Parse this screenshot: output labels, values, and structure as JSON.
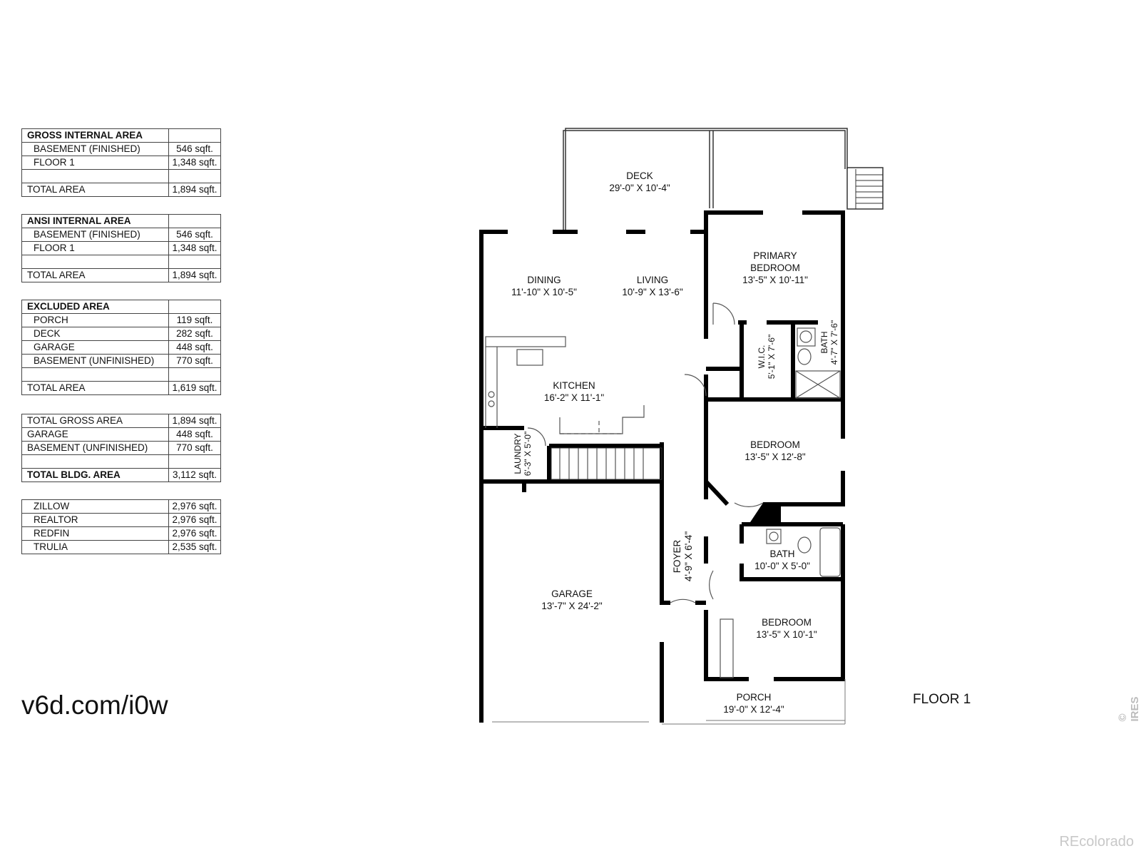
{
  "tables": [
    {
      "rows": [
        {
          "label": "GROSS INTERNAL AREA",
          "value": "",
          "style": "header"
        },
        {
          "label": "BASEMENT (FINISHED)",
          "value": "546 sqft.",
          "style": "indent"
        },
        {
          "label": "FLOOR 1",
          "value": "1,348 sqft.",
          "style": "indent"
        },
        {
          "label": "",
          "value": "",
          "style": "blank"
        },
        {
          "label": "TOTAL AREA",
          "value": "1,894 sqft.",
          "style": "plain"
        }
      ]
    },
    {
      "rows": [
        {
          "label": "ANSI INTERNAL AREA",
          "value": "",
          "style": "header"
        },
        {
          "label": "BASEMENT (FINISHED)",
          "value": "546 sqft.",
          "style": "indent"
        },
        {
          "label": "FLOOR 1",
          "value": "1,348 sqft.",
          "style": "indent"
        },
        {
          "label": "",
          "value": "",
          "style": "blank"
        },
        {
          "label": "TOTAL AREA",
          "value": "1,894 sqft.",
          "style": "plain"
        }
      ]
    },
    {
      "rows": [
        {
          "label": "EXCLUDED AREA",
          "value": "",
          "style": "header"
        },
        {
          "label": "PORCH",
          "value": "119 sqft.",
          "style": "indent"
        },
        {
          "label": "DECK",
          "value": "282 sqft.",
          "style": "indent"
        },
        {
          "label": "GARAGE",
          "value": "448 sqft.",
          "style": "indent"
        },
        {
          "label": "BASEMENT (UNFINISHED)",
          "value": "770 sqft.",
          "style": "indent"
        },
        {
          "label": "",
          "value": "",
          "style": "blank"
        },
        {
          "label": "TOTAL AREA",
          "value": "1,619 sqft.",
          "style": "plain"
        }
      ]
    },
    {
      "rows": [
        {
          "label": "TOTAL GROSS AREA",
          "value": "1,894 sqft.",
          "style": "plain"
        },
        {
          "label": "GARAGE",
          "value": "448 sqft.",
          "style": "plain"
        },
        {
          "label": "BASEMENT (UNFINISHED)",
          "value": "770 sqft.",
          "style": "plain"
        },
        {
          "label": "",
          "value": "",
          "style": "blank"
        },
        {
          "label": "TOTAL BLDG. AREA",
          "value": "3,112 sqft.",
          "style": "header"
        }
      ]
    },
    {
      "rows": [
        {
          "label": "ZILLOW",
          "value": "2,976 sqft.",
          "style": "indent"
        },
        {
          "label": "REALTOR",
          "value": "2,976 sqft.",
          "style": "indent"
        },
        {
          "label": "REDFIN",
          "value": "2,976 sqft.",
          "style": "indent"
        },
        {
          "label": "TRULIA",
          "value": "2,535 sqft.",
          "style": "indent"
        }
      ]
    }
  ],
  "rooms": {
    "deck": {
      "name": "DECK",
      "dims": "29'-0\" X 10'-4\""
    },
    "primary_bedroom": {
      "name1": "PRIMARY",
      "name2": "BEDROOM",
      "dims": "13'-5\" X 10'-11\""
    },
    "dining": {
      "name": "DINING",
      "dims": "11'-10\" X 10'-5\""
    },
    "living": {
      "name": "LIVING",
      "dims": "10'-9\" X 13'-6\""
    },
    "wic": {
      "name": "W.I.C.",
      "dims": "5'-1\" X 7'-6\""
    },
    "primary_bath": {
      "name": "BATH",
      "dims": "4'-7\" X 7'-6\""
    },
    "kitchen": {
      "name": "KITCHEN",
      "dims": "16'-2\" X 11'-1\""
    },
    "laundry": {
      "name": "LAUNDRY",
      "dims": "6'-3\" X 5'-0\""
    },
    "bedroom2": {
      "name": "BEDROOM",
      "dims": "13'-5\" X 12'-8\""
    },
    "bath": {
      "name": "BATH",
      "dims": "10'-0\" X 5'-0\""
    },
    "foyer": {
      "name": "FOYER",
      "dims": "4'-9\" X 6'-4\""
    },
    "garage": {
      "name": "GARAGE",
      "dims": "13'-7\" X 24'-2\""
    },
    "bedroom3": {
      "name": "BEDROOM",
      "dims": "13'-5\" X 10'-1\""
    },
    "porch": {
      "name": "PORCH",
      "dims": "19'-0\" X 12'-4\""
    }
  },
  "url": "v6d.com/i0w",
  "floor_label": "FLOOR 1",
  "copyright": "© IRES",
  "brand": "REcolorado"
}
